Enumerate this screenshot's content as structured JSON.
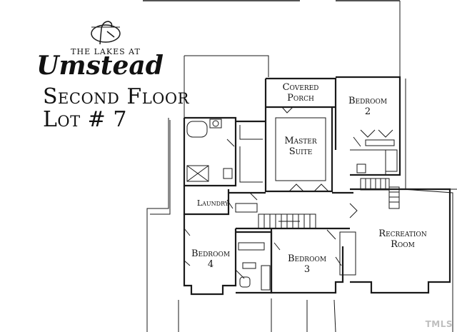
{
  "logo": {
    "tagline": "THE LAKES AT",
    "name": "Umstead"
  },
  "title": {
    "floor": "Second Floor",
    "lot": "Lot # 7"
  },
  "rooms": {
    "covered_porch": "Covered\nPorch",
    "bedroom_2": "Bedroom\n2",
    "master_suite": "Master\nSuite",
    "laundry": "Laundry",
    "recreation_room": "Recreation\nRoom",
    "bedroom_4": "Bedroom\n4",
    "bedroom_3": "Bedroom\n3"
  },
  "watermark": "TMLS",
  "colors": {
    "line": "#1a1a1a",
    "background": "#ffffff"
  }
}
